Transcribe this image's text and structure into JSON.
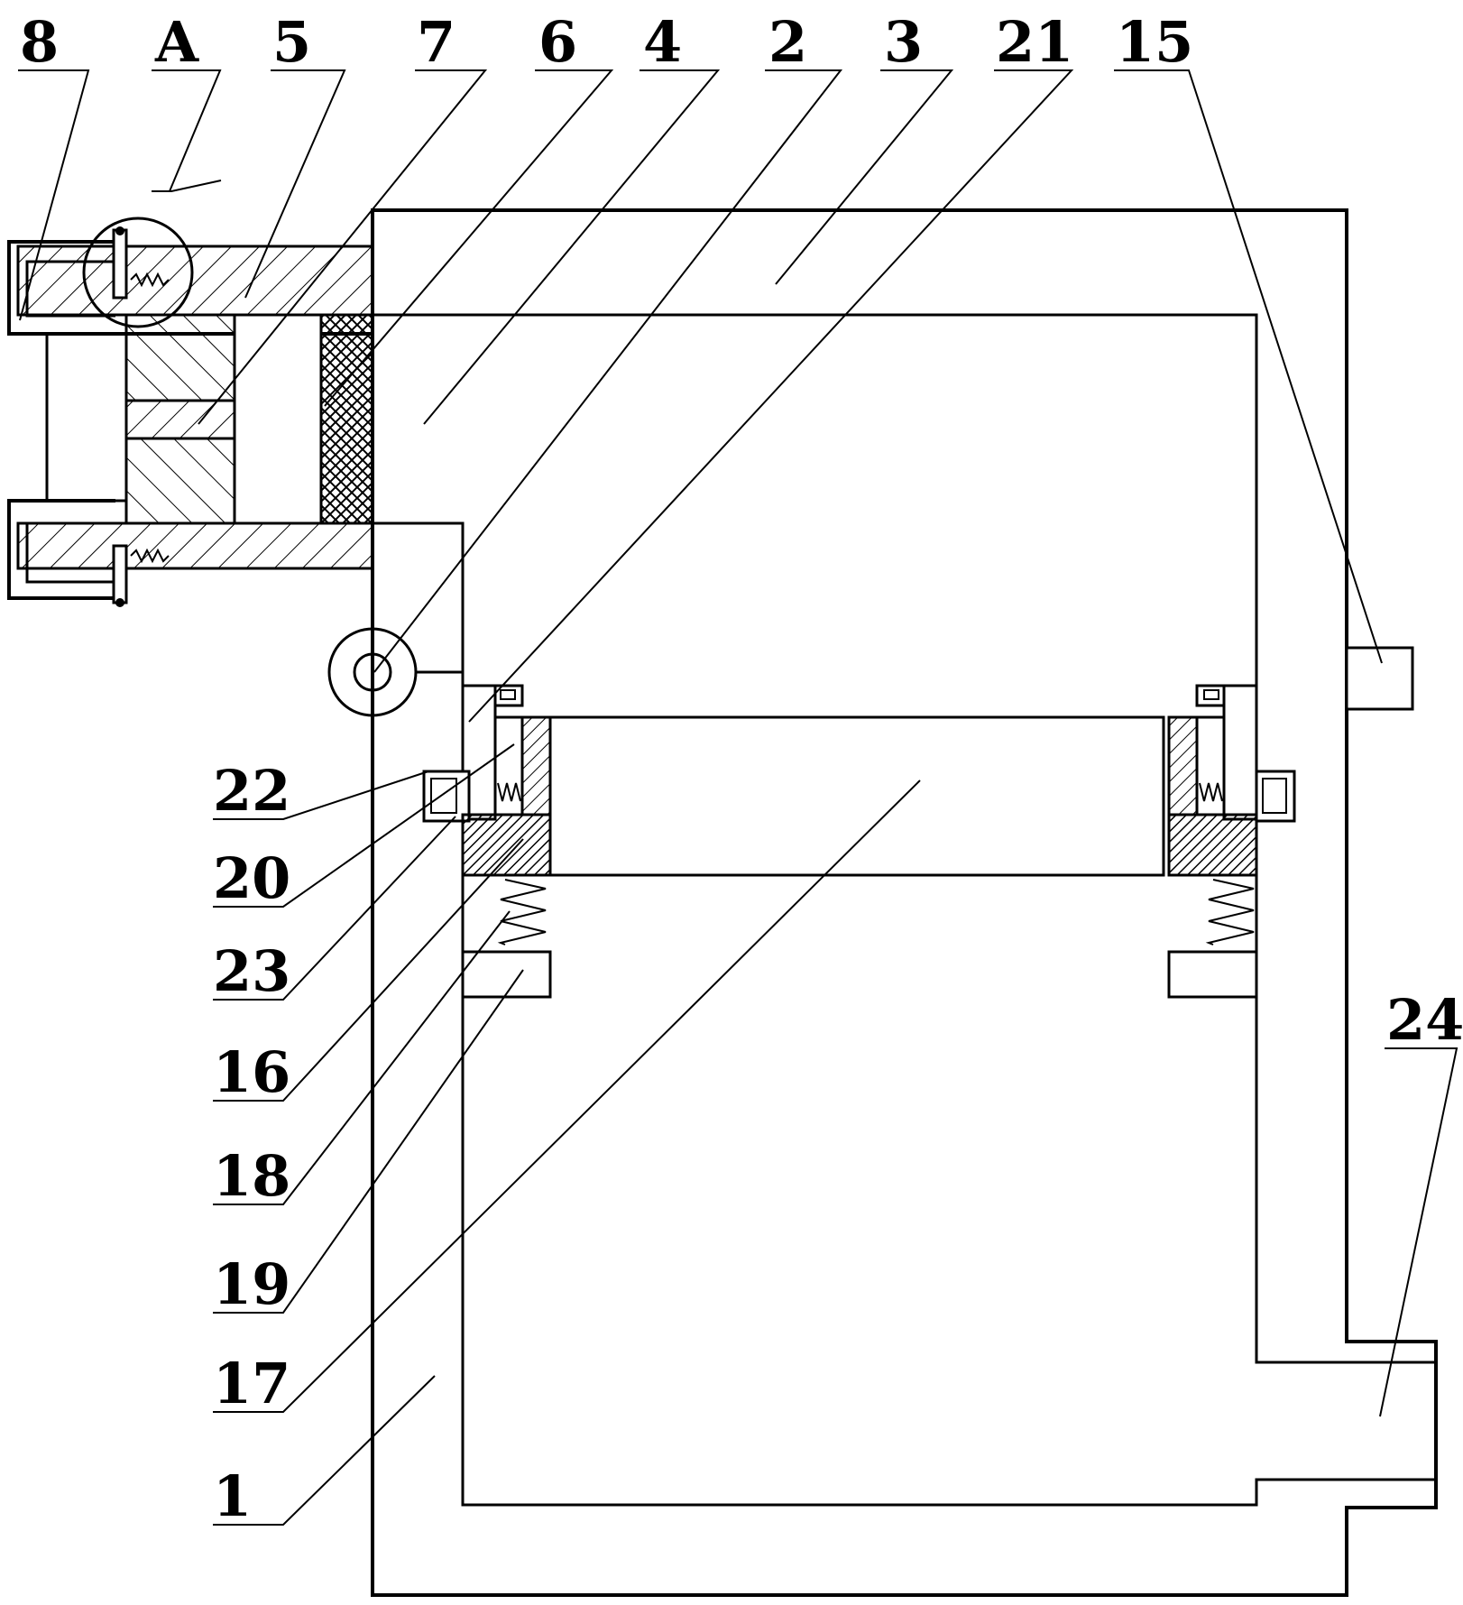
{
  "labels": {
    "l8": "8",
    "lA": "A",
    "l5": "5",
    "l7": "7",
    "l6": "6",
    "l4": "4",
    "l2": "2",
    "l3": "3",
    "l21": "21",
    "l15": "15",
    "l22": "22",
    "l20": "20",
    "l23": "23",
    "l16": "16",
    "l18": "18",
    "l19": "19",
    "l17": "17",
    "l1": "1",
    "l24": "24"
  }
}
